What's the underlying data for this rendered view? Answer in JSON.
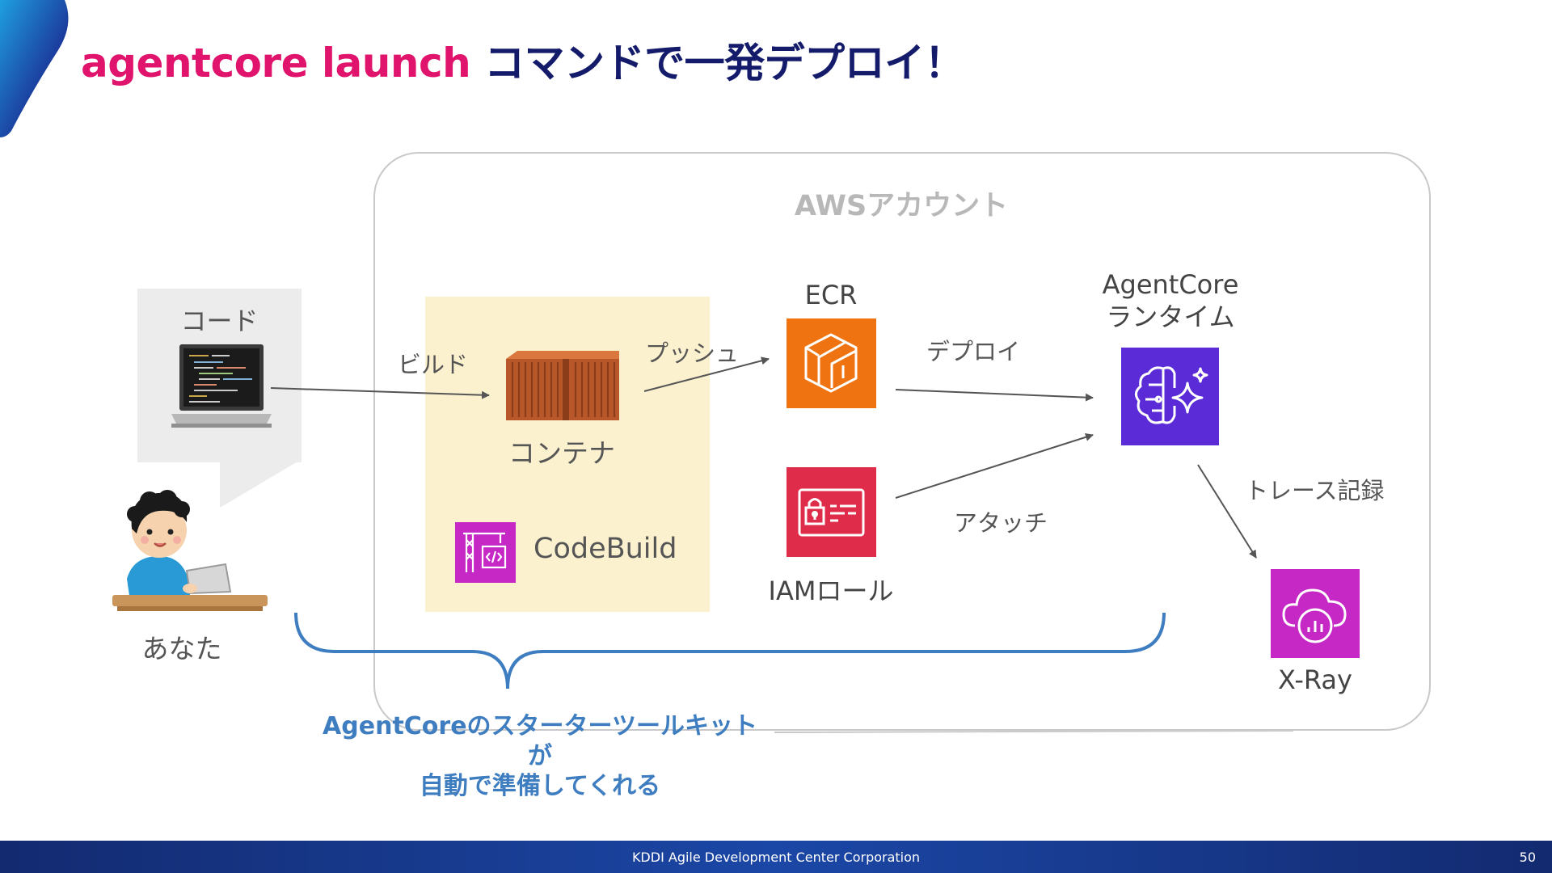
{
  "slide": {
    "title_highlight": "agentcore launch",
    "title_rest": " コマンドで一発デプロイ！",
    "page_number": "50",
    "footer": "KDDI Agile Development Center Corporation"
  },
  "diagram": {
    "aws_account": "AWSアカウント",
    "code": "コード",
    "you": "あなた",
    "container": "コンテナ",
    "codebuild": "CodeBuild",
    "ecr": "ECR",
    "iam_role": "IAMロール",
    "runtime_line1": "AgentCore",
    "runtime_line2": "ランタイム",
    "xray": "X-Ray",
    "edges": {
      "build": "ビルド",
      "push": "プッシュ",
      "deploy": "デプロイ",
      "attach": "アタッチ",
      "trace": "トレース記録"
    },
    "note_line1": "AgentCoreのスターターツールキットが",
    "note_line2": "自動で準備してくれる"
  },
  "colors": {
    "title_highlight": "#e0146c",
    "title_rest": "#141b6b",
    "ecr": "#ef7411",
    "iam": "#df2c4a",
    "runtime": "#5a2bd6",
    "xray": "#c628c6",
    "codebuild": "#c628c6",
    "codebuild_area": "#fcf1cf",
    "note": "#3d7dc0",
    "footer": "#1b47a6"
  },
  "icons": [
    "laptop-code-icon",
    "person-illustration",
    "shipping-container-icon",
    "codebuild-icon",
    "ecr-icon",
    "iam-role-icon",
    "agentcore-runtime-icon",
    "xray-icon"
  ]
}
